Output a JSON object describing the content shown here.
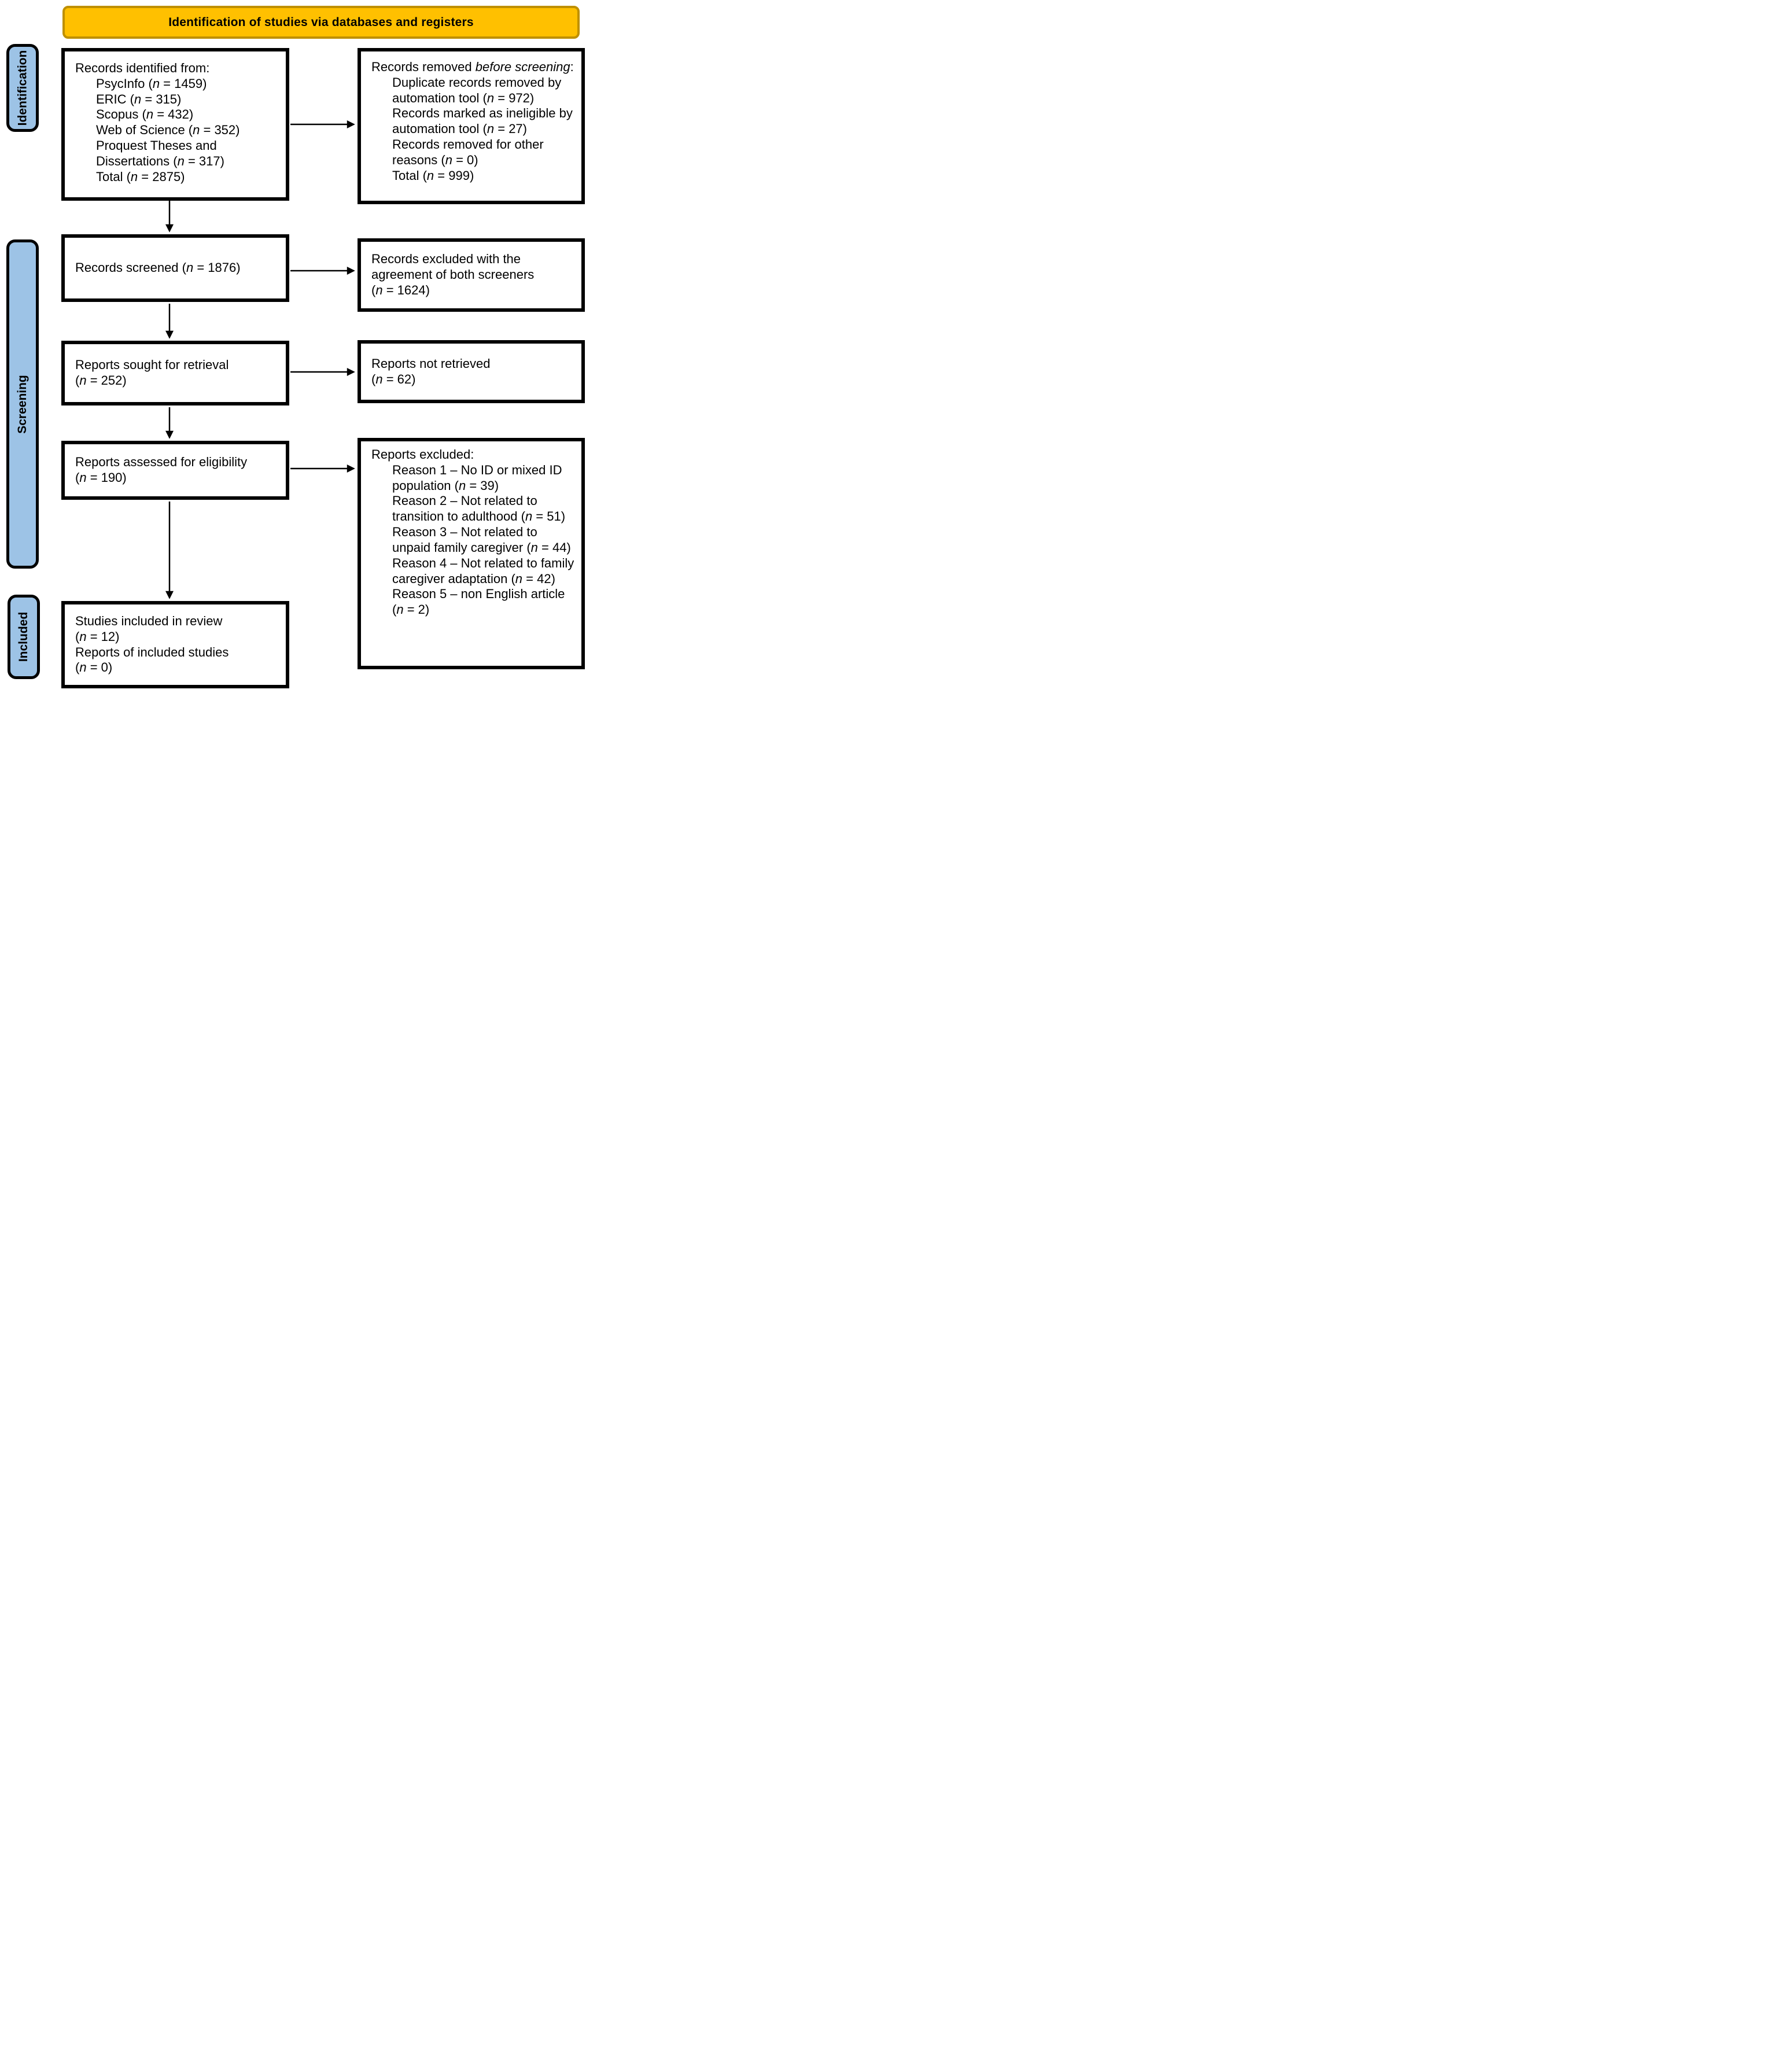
{
  "banner": {
    "title": "Identification of studies via databases and registers"
  },
  "stages": [
    {
      "label": "Identification"
    },
    {
      "label": "Screening"
    },
    {
      "label": "Included"
    }
  ],
  "flow": {
    "records_identified": {
      "lines": [
        {
          "text": "Records identified from:",
          "indent": 0
        },
        {
          "text": "PsycInfo (*n* = 1459)",
          "indent": 1
        },
        {
          "text": "ERIC (*n* = 315)",
          "indent": 1
        },
        {
          "text": "Scopus (*n* = 432)",
          "indent": 1
        },
        {
          "text": "Web of Science (*n* = 352)",
          "indent": 1
        },
        {
          "text": "Proquest Theses and Dissertations (*n* = 317)",
          "indent": 1
        },
        {
          "text": "Total (*n* = 2875)",
          "indent": 1
        }
      ]
    },
    "records_removed": {
      "lines": [
        {
          "text": "Records removed *before screening*:",
          "indent": 0
        },
        {
          "text": "Duplicate records removed by automation tool (*n* = 972)",
          "indent": 1
        },
        {
          "text": "Records marked as ineligible by automation tool (*n* = 27)",
          "indent": 1
        },
        {
          "text": "Records removed for other reasons (*n* = 0)",
          "indent": 1
        },
        {
          "text": "Total (*n* = 999)",
          "indent": 1
        }
      ]
    },
    "records_screened": {
      "lines": [
        {
          "text": "Records screened (*n* = 1876)",
          "indent": 0
        }
      ]
    },
    "records_excluded": {
      "lines": [
        {
          "text": "Records excluded with the",
          "indent": 0
        },
        {
          "text": "agreement of both screeners",
          "indent": 0
        },
        {
          "text": "(*n* = 1624)",
          "indent": 0
        }
      ]
    },
    "reports_sought": {
      "lines": [
        {
          "text": "Reports sought for retrieval",
          "indent": 0
        },
        {
          "text": "(*n* = 252)",
          "indent": 0
        }
      ]
    },
    "reports_not_retrieved": {
      "lines": [
        {
          "text": "Reports not retrieved",
          "indent": 0
        },
        {
          "text": "(*n* = 62)",
          "indent": 0
        }
      ]
    },
    "reports_assessed": {
      "lines": [
        {
          "text": "Reports assessed for eligibility",
          "indent": 0
        },
        {
          "text": "(*n* = 190)",
          "indent": 0
        }
      ]
    },
    "reports_excluded": {
      "lines": [
        {
          "text": "Reports excluded:",
          "indent": 0
        },
        {
          "text": "Reason 1 – No ID or mixed ID population (*n* = 39)",
          "indent": 1
        },
        {
          "text": "Reason 2 – Not related to transition to adulthood (*n* = 51)",
          "indent": 1
        },
        {
          "text": "Reason 3 – Not related to unpaid family caregiver (*n* = 44)",
          "indent": 1
        },
        {
          "text": "Reason 4 – Not related to family caregiver adaptation (*n* = 42)",
          "indent": 1
        },
        {
          "text": "Reason 5 – non English article (*n* = 2)",
          "indent": 1
        }
      ]
    },
    "studies_included": {
      "lines": [
        {
          "text": "Studies included in review",
          "indent": 0
        },
        {
          "text": "(*n* = 12)",
          "indent": 0
        },
        {
          "text": "Reports of included studies",
          "indent": 0
        },
        {
          "text": "(*n* = 0)",
          "indent": 0
        }
      ]
    }
  },
  "colors": {
    "banner_fill": "#FFC000",
    "banner_border": "#BF9000",
    "stage_fill": "#9DC3E6",
    "stage_border": "#000000",
    "box_border": "#000000",
    "box_fill": "#FFFFFF",
    "arrow": "#000000",
    "text": "#000000"
  }
}
